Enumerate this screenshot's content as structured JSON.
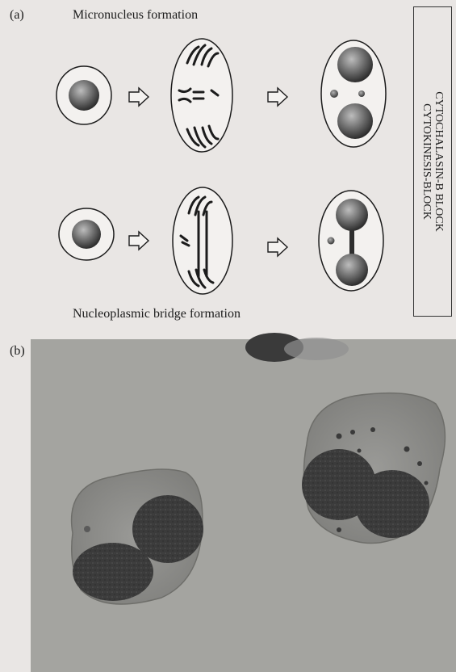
{
  "panel_a": {
    "label": "(a)",
    "top_title": "Micronucleus formation",
    "bottom_title": "Nucleoplasmic bridge formation",
    "side_lines": [
      "CYTOCHALASIN-B BLOCK",
      "CYTOKINESIS-BLOCK"
    ]
  },
  "panel_b": {
    "label": "(b)"
  },
  "colors": {
    "background": "#e9e6e4",
    "ink": "#1c1c1c",
    "micrograph_bg": "#a4a4a0",
    "nucleus": "#3a3a3a",
    "cytoplasm": "#8e8e8a"
  },
  "icons": [
    "arrow-right-icon"
  ]
}
